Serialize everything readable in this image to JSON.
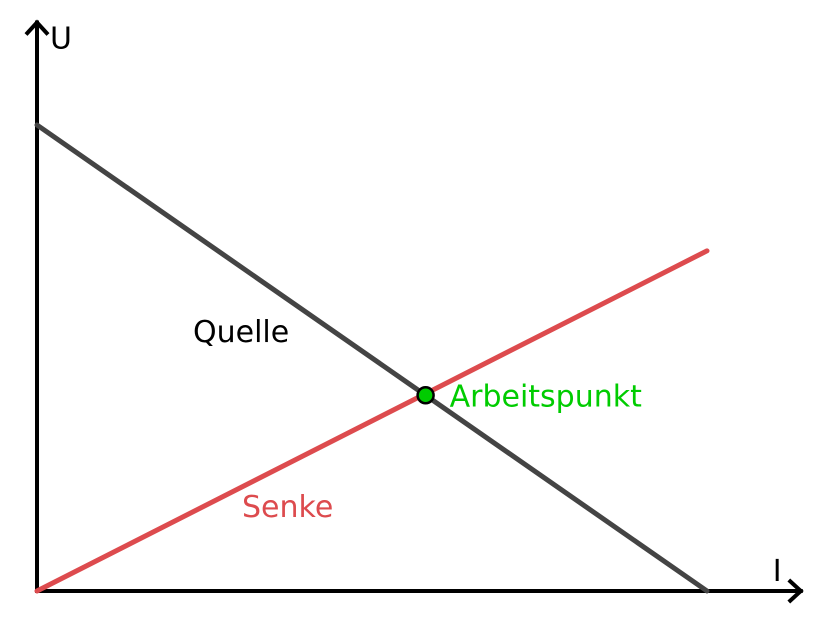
{
  "chart_data": {
    "type": "line",
    "title": "",
    "xlabel": "I",
    "ylabel": "U",
    "grid": false,
    "xlim": [
      0,
      1.14
    ],
    "ylim": [
      0,
      1.22
    ],
    "series": [
      {
        "name": "Quelle",
        "color": "#444444",
        "points": [
          [
            0,
            1.0
          ],
          [
            1.0,
            0.0
          ]
        ]
      },
      {
        "name": "Senke",
        "color": "#dd4b4e",
        "points": [
          [
            0,
            0.0
          ],
          [
            1.0,
            0.73
          ]
        ]
      }
    ],
    "annotations": [
      {
        "label": "Arbeitspunkt",
        "x": 0.58,
        "y": 0.42,
        "color": "#00cc00"
      }
    ]
  }
}
